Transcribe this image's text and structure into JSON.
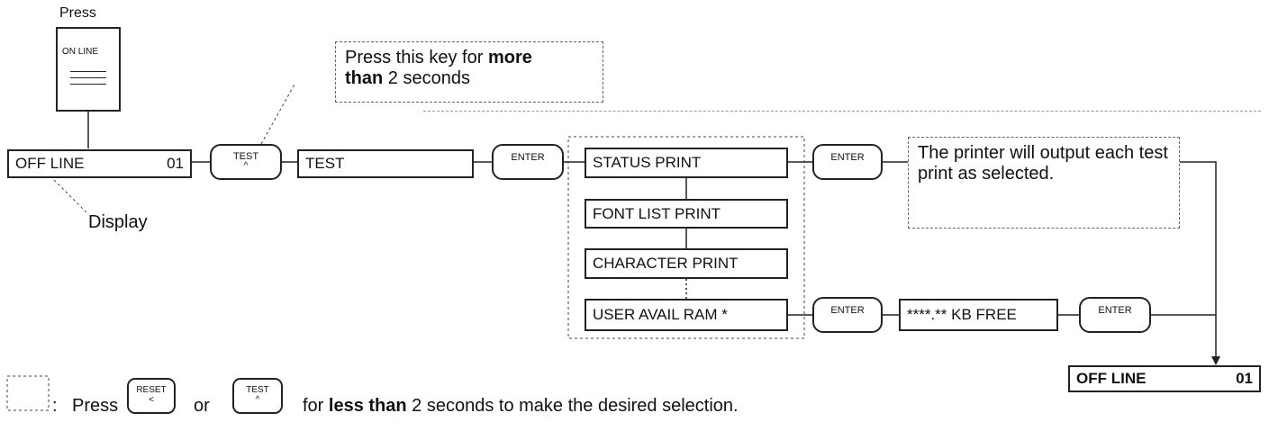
{
  "press_label": "Press",
  "online_key_label": "ON LINE",
  "display_label": "Display",
  "hold_note": {
    "pre": "Press this key for ",
    "strong1": "more",
    "mid": " ",
    "strong2": "than",
    "post": " 2 seconds"
  },
  "offline_display": {
    "text": "OFF LINE",
    "value": "01"
  },
  "test_key": {
    "label": "TEST",
    "symbol": "^"
  },
  "test_display": "TEST",
  "enter_key_label": "ENTER",
  "menu_items": [
    "STATUS PRINT",
    "FONT LIST PRINT",
    "CHARACTER PRINT",
    "USER AVAIL RAM *"
  ],
  "output_note": "The printer will output each test print as selected.",
  "kb_free_display": "****.** KB FREE",
  "final_display": {
    "text": "OFF LINE",
    "value": "01"
  },
  "legend": {
    "colon": ":",
    "press": "Press",
    "reset_key": {
      "label": "RESET",
      "symbol": "<"
    },
    "or": "or",
    "test_key": {
      "label": "TEST",
      "symbol": "^"
    },
    "pre": "for ",
    "strong": "less than",
    "post": " 2 seconds to make the desired selection."
  }
}
